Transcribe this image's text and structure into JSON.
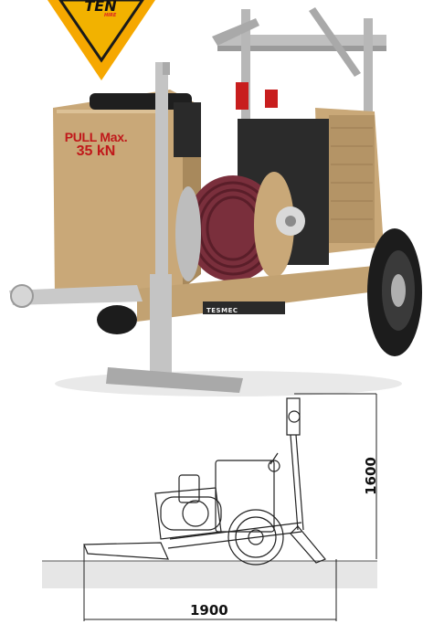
{
  "logo": {
    "text": "TEN",
    "subtext": "HIRE",
    "color": "#f6a800"
  },
  "machine": {
    "label_line1": "PULL Max.",
    "label_line2": "35 kN",
    "brand": "TESMEC",
    "body_color": "#c9a878"
  },
  "dimensions": {
    "length_label": "1900",
    "height_label": "1600"
  }
}
